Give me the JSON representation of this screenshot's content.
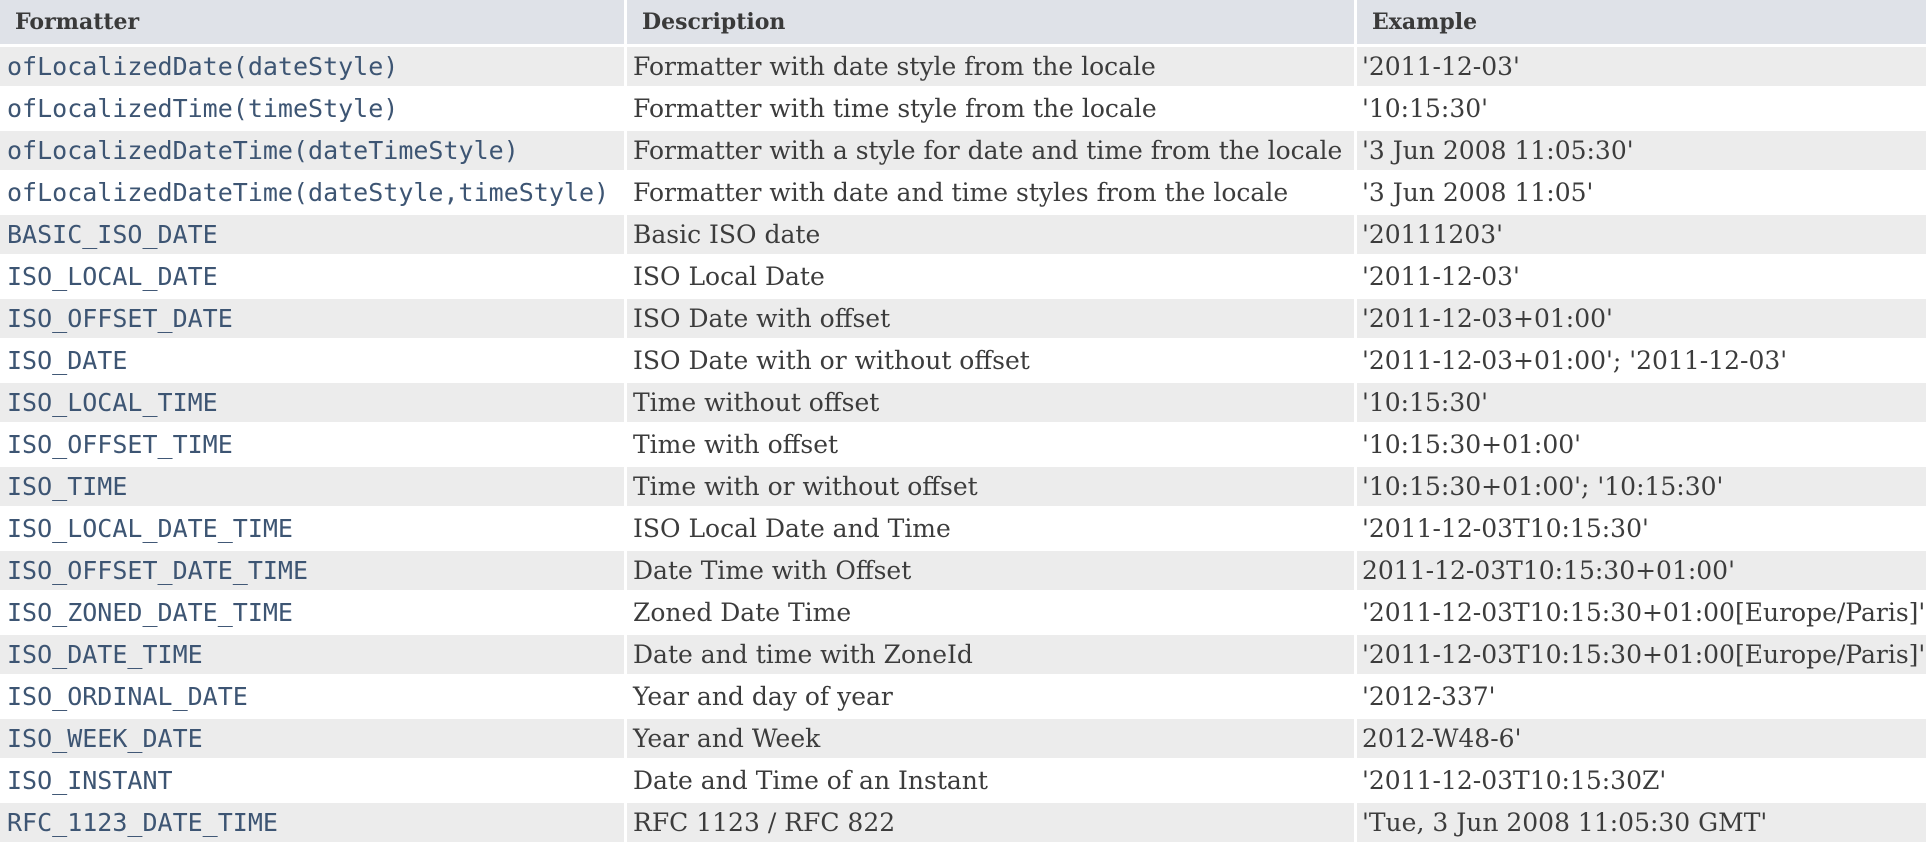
{
  "table": {
    "headers": [
      "Formatter",
      "Description",
      "Example"
    ],
    "rows": [
      [
        "ofLocalizedDate(dateStyle)",
        "Formatter with date style from the locale",
        "'2011-12-03'"
      ],
      [
        "ofLocalizedTime(timeStyle)",
        "Formatter with time style from the locale",
        "'10:15:30'"
      ],
      [
        "ofLocalizedDateTime(dateTimeStyle)",
        "Formatter with a style for date and time from the locale",
        "'3 Jun 2008 11:05:30'"
      ],
      [
        "ofLocalizedDateTime(dateStyle,timeStyle)",
        "Formatter with date and time styles from the locale",
        "'3 Jun 2008 11:05'"
      ],
      [
        "BASIC_ISO_DATE",
        "Basic ISO date",
        "'20111203'"
      ],
      [
        "ISO_LOCAL_DATE",
        "ISO Local Date",
        "'2011-12-03'"
      ],
      [
        "ISO_OFFSET_DATE",
        "ISO Date with offset",
        "'2011-12-03+01:00'"
      ],
      [
        "ISO_DATE",
        "ISO Date with or without offset",
        "'2011-12-03+01:00'; '2011-12-03'"
      ],
      [
        "ISO_LOCAL_TIME",
        "Time without offset",
        "'10:15:30'"
      ],
      [
        "ISO_OFFSET_TIME",
        "Time with offset",
        "'10:15:30+01:00'"
      ],
      [
        "ISO_TIME",
        "Time with or without offset",
        "'10:15:30+01:00'; '10:15:30'"
      ],
      [
        "ISO_LOCAL_DATE_TIME",
        "ISO Local Date and Time",
        "'2011-12-03T10:15:30'"
      ],
      [
        "ISO_OFFSET_DATE_TIME",
        "Date Time with Offset",
        "2011-12-03T10:15:30+01:00'"
      ],
      [
        "ISO_ZONED_DATE_TIME",
        "Zoned Date Time",
        "'2011-12-03T10:15:30+01:00[Europe/Paris]'"
      ],
      [
        "ISO_DATE_TIME",
        "Date and time with ZoneId",
        "'2011-12-03T10:15:30+01:00[Europe/Paris]'"
      ],
      [
        "ISO_ORDINAL_DATE",
        "Year and day of year",
        "'2012-337'"
      ],
      [
        "ISO_WEEK_DATE",
        "Year and Week",
        "2012-W48-6'"
      ],
      [
        "ISO_INSTANT",
        "Date and Time of an Instant",
        "'2011-12-03T10:15:30Z'"
      ],
      [
        "RFC_1123_DATE_TIME",
        "RFC 1123 / RFC 822",
        "'Tue, 3 Jun 2008 11:05:30 GMT'"
      ]
    ]
  }
}
